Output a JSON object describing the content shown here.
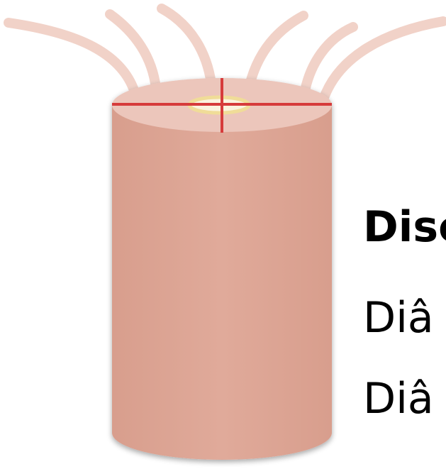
{
  "labels": {
    "title": "Disc",
    "line_1": "Diâ",
    "line_2": "Diâ"
  },
  "colors": {
    "cylinder_body": "#dea797",
    "cylinder_top": "#ecc6bb",
    "fibers": "#f1d2c8",
    "crosshair": "#d63b3b",
    "center_ring": "#f3e3a8"
  }
}
